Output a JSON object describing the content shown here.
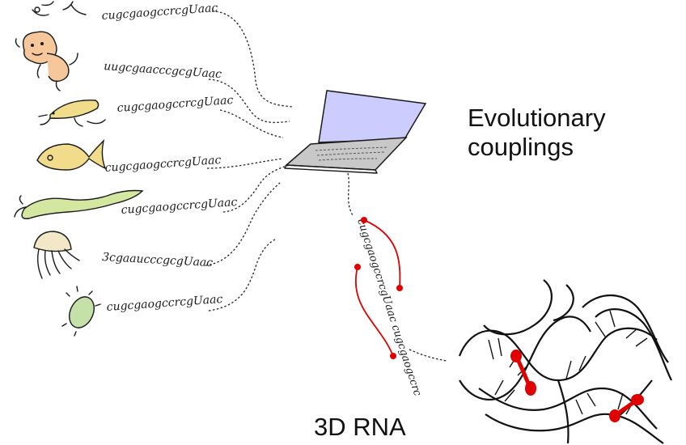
{
  "labels": {
    "evolutionary_line1": "Evolutionary",
    "evolutionary_line2": "couplings",
    "structure": "3D RNA"
  },
  "organisms": [
    {
      "name": "bird-icon",
      "sequence": "cugcgaogccrcgUaac"
    },
    {
      "name": "monkey-icon",
      "sequence": "uugcgaacccgcgUaac"
    },
    {
      "name": "mouse-icon",
      "sequence": "cugcgaogccrcgUaac"
    },
    {
      "name": "fish-icon",
      "sequence": "cugcgaogccrcgUaac"
    },
    {
      "name": "worm-icon",
      "sequence": "cugcgaogccrcgUaac"
    },
    {
      "name": "jellyfish-icon",
      "sequence": "3cgaaucccgcgUaac"
    },
    {
      "name": "cell-icon",
      "sequence": "cugcgaogccrcgUaac"
    }
  ],
  "folded_sequence": "cugcgaogccrcgUaac cugcgaogccrc",
  "colors": {
    "laptop_screen": "#ccccff",
    "laptop_base": "#c8c8c8",
    "coupling": "#e00000",
    "monkey": "#f5c79a",
    "yellow_organisms": "#f0dc8a",
    "worm": "#d4e7a0",
    "jellyfish": "#f2e8c8",
    "cell": "#c5e0a8"
  }
}
